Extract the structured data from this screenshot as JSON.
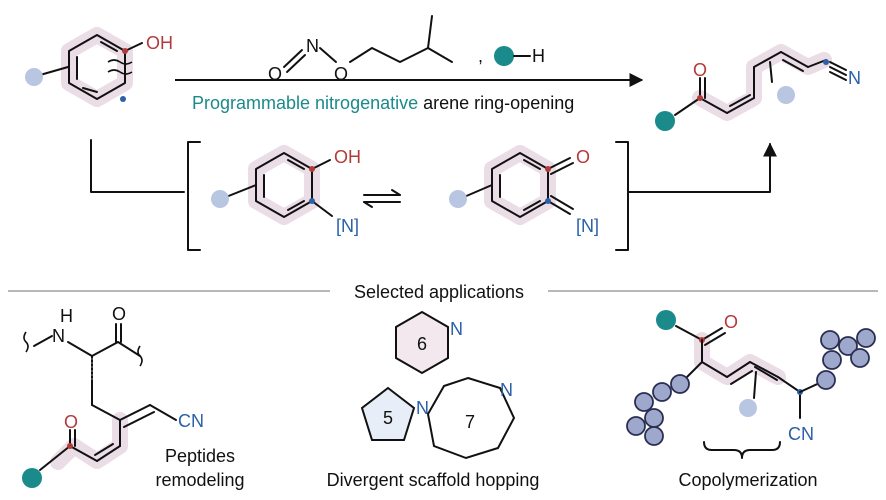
{
  "colors": {
    "teal": "#1a8a8a",
    "red": "#b23a3a",
    "blue": "#2b5fa8",
    "halo": "#eadde6",
    "bead": "#9ea8cc",
    "substituent": "#b9c6e2"
  },
  "reaction": {
    "oh_label": "OH",
    "h_label": "H",
    "comma": ",",
    "reagent_o1": "O",
    "reagent_n": "N",
    "reagent_o2": "O",
    "caption_teal": "Programmable nitrogenative",
    "caption_rest": " arene ring-opening",
    "product_o": "O",
    "product_n": "N"
  },
  "intermediates": {
    "left_oh": "OH",
    "left_n": "[N]",
    "right_o": "O",
    "right_n": "[N]"
  },
  "applications": {
    "heading": "Selected applications",
    "peptide": {
      "nh": "N",
      "h": "H",
      "carbonyl_o": "O",
      "cn": "CN",
      "aldehyde_o": "O",
      "caption_line1": "Peptides",
      "caption_line2": "remodeling"
    },
    "scaffold": {
      "ring6": "6",
      "ring5": "5",
      "ring7": "7",
      "n6": "N",
      "n5": "N",
      "n7": "N",
      "caption": "Divergent scaffold hopping"
    },
    "polymer": {
      "o": "O",
      "cn": "CN",
      "caption": "Copolymerization"
    }
  }
}
